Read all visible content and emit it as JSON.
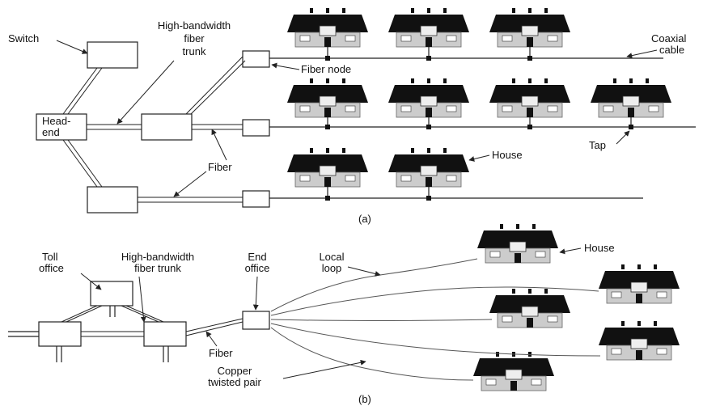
{
  "diagram_a": {
    "caption": "(a)",
    "labels": {
      "switch": "Switch",
      "trunk": [
        "High-bandwidth",
        "fiber",
        "trunk"
      ],
      "headend": [
        "Head-",
        "end"
      ],
      "fiber_node": "Fiber node",
      "coaxial": [
        "Coaxial",
        "cable"
      ],
      "tap": "Tap",
      "house": "House",
      "fiber": "Fiber"
    }
  },
  "diagram_b": {
    "caption": "(b)",
    "labels": {
      "toll_office": [
        "Toll",
        "office"
      ],
      "trunk": [
        "High-bandwidth",
        "fiber trunk"
      ],
      "end_office": [
        "End",
        "office"
      ],
      "local_loop": [
        "Local",
        "loop"
      ],
      "house": "House",
      "fiber": "Fiber",
      "copper": [
        "Copper",
        "twisted pair"
      ]
    }
  }
}
